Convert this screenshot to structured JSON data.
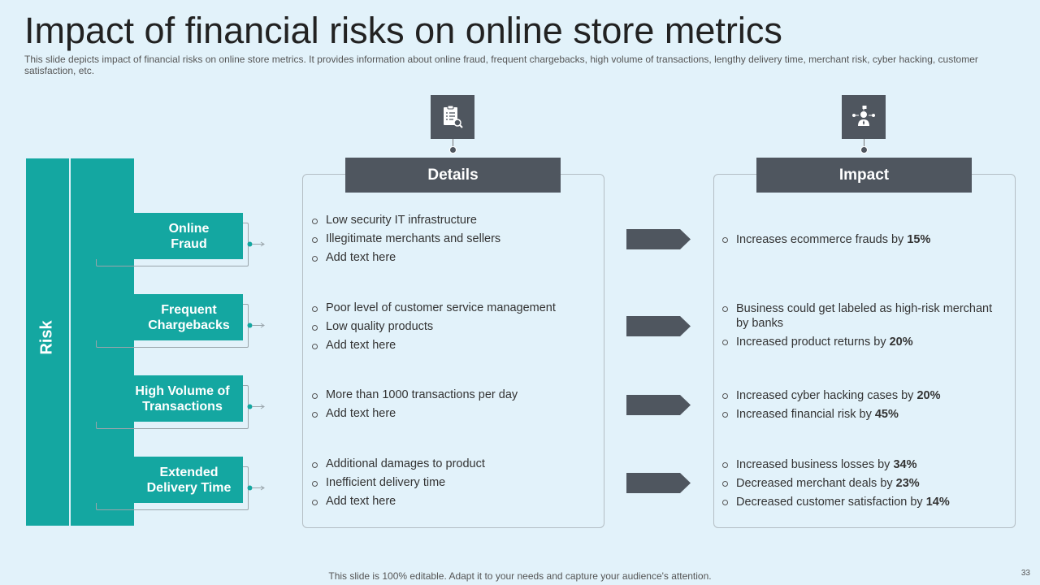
{
  "title": "Impact of financial risks on online store metrics",
  "subtitle": "This slide depicts impact of financial risks on online store metrics. It provides information about online fraud, frequent chargebacks, high volume of transactions, lengthy delivery time, merchant risk, cyber hacking, customer satisfaction, etc.",
  "risk_label": "Risk",
  "details_header": "Details",
  "impact_header": "Impact",
  "details_icon": "clipboard-checklist-icon",
  "impact_icon": "businessman-network-icon",
  "colors": {
    "teal": "#14a7a1",
    "dark": "#4f565f",
    "background": "#e2f2fa"
  },
  "risks": [
    {
      "name": "Online\nFraud",
      "details": [
        "Low security IT infrastructure",
        "Illegitimate merchants and sellers",
        "Add text here"
      ],
      "impact": [
        {
          "text": "Increases ecommerce frauds by ",
          "value": "15%"
        }
      ]
    },
    {
      "name": "Frequent\nChargebacks",
      "details": [
        "Poor level of customer service management",
        "Low quality products",
        "Add text here"
      ],
      "impact": [
        {
          "text": "Business could get labeled as high-risk merchant by banks",
          "value": ""
        },
        {
          "text": "Increased product returns by ",
          "value": "20%"
        }
      ]
    },
    {
      "name": "High Volume of\nTransactions",
      "details": [
        "More than 1000 transactions per day",
        "Add text here"
      ],
      "impact": [
        {
          "text": "Increased cyber hacking cases by ",
          "value": "20%"
        },
        {
          "text": "Increased financial risk by ",
          "value": "45%"
        }
      ]
    },
    {
      "name": "Extended\nDelivery Time",
      "details": [
        "Additional  damages to product",
        "Inefficient delivery time",
        "Add text here"
      ],
      "impact": [
        {
          "text": "Increased business losses by ",
          "value": "34%"
        },
        {
          "text": "Decreased merchant deals by ",
          "value": "23%"
        },
        {
          "text": "Decreased customer satisfaction by ",
          "value": "14%"
        }
      ]
    }
  ],
  "footer": "This slide is 100% editable. Adapt it to your needs and capture your audience's attention.",
  "page_number": "33"
}
